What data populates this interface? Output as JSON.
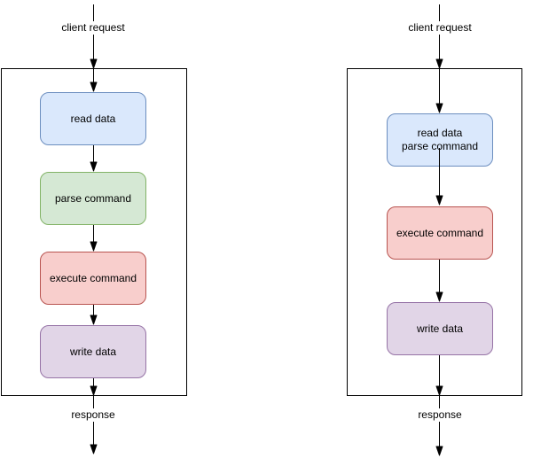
{
  "diagrams": [
    {
      "id": "left-flow",
      "top_label": "client request",
      "bottom_label": "response",
      "steps": [
        {
          "label": "read data",
          "fill": "#dae8fc",
          "stroke": "#6c8ebf"
        },
        {
          "label": "parse command",
          "fill": "#d5e8d4",
          "stroke": "#82b366"
        },
        {
          "label": "execute command",
          "fill": "#f8cecc",
          "stroke": "#b85450"
        },
        {
          "label": "write data",
          "fill": "#e1d5e7",
          "stroke": "#9673a6"
        }
      ]
    },
    {
      "id": "right-flow",
      "top_label": "client request",
      "bottom_label": "response",
      "steps": [
        {
          "label": "read data\nparse command",
          "fill": "#dae8fc",
          "stroke": "#6c8ebf"
        },
        {
          "label": "execute command",
          "fill": "#f8cecc",
          "stroke": "#b85450"
        },
        {
          "label": "write data",
          "fill": "#e1d5e7",
          "stroke": "#9673a6"
        }
      ]
    }
  ],
  "colors": {
    "connector": "#000000",
    "container_border": "#000000",
    "background": "#ffffff"
  }
}
